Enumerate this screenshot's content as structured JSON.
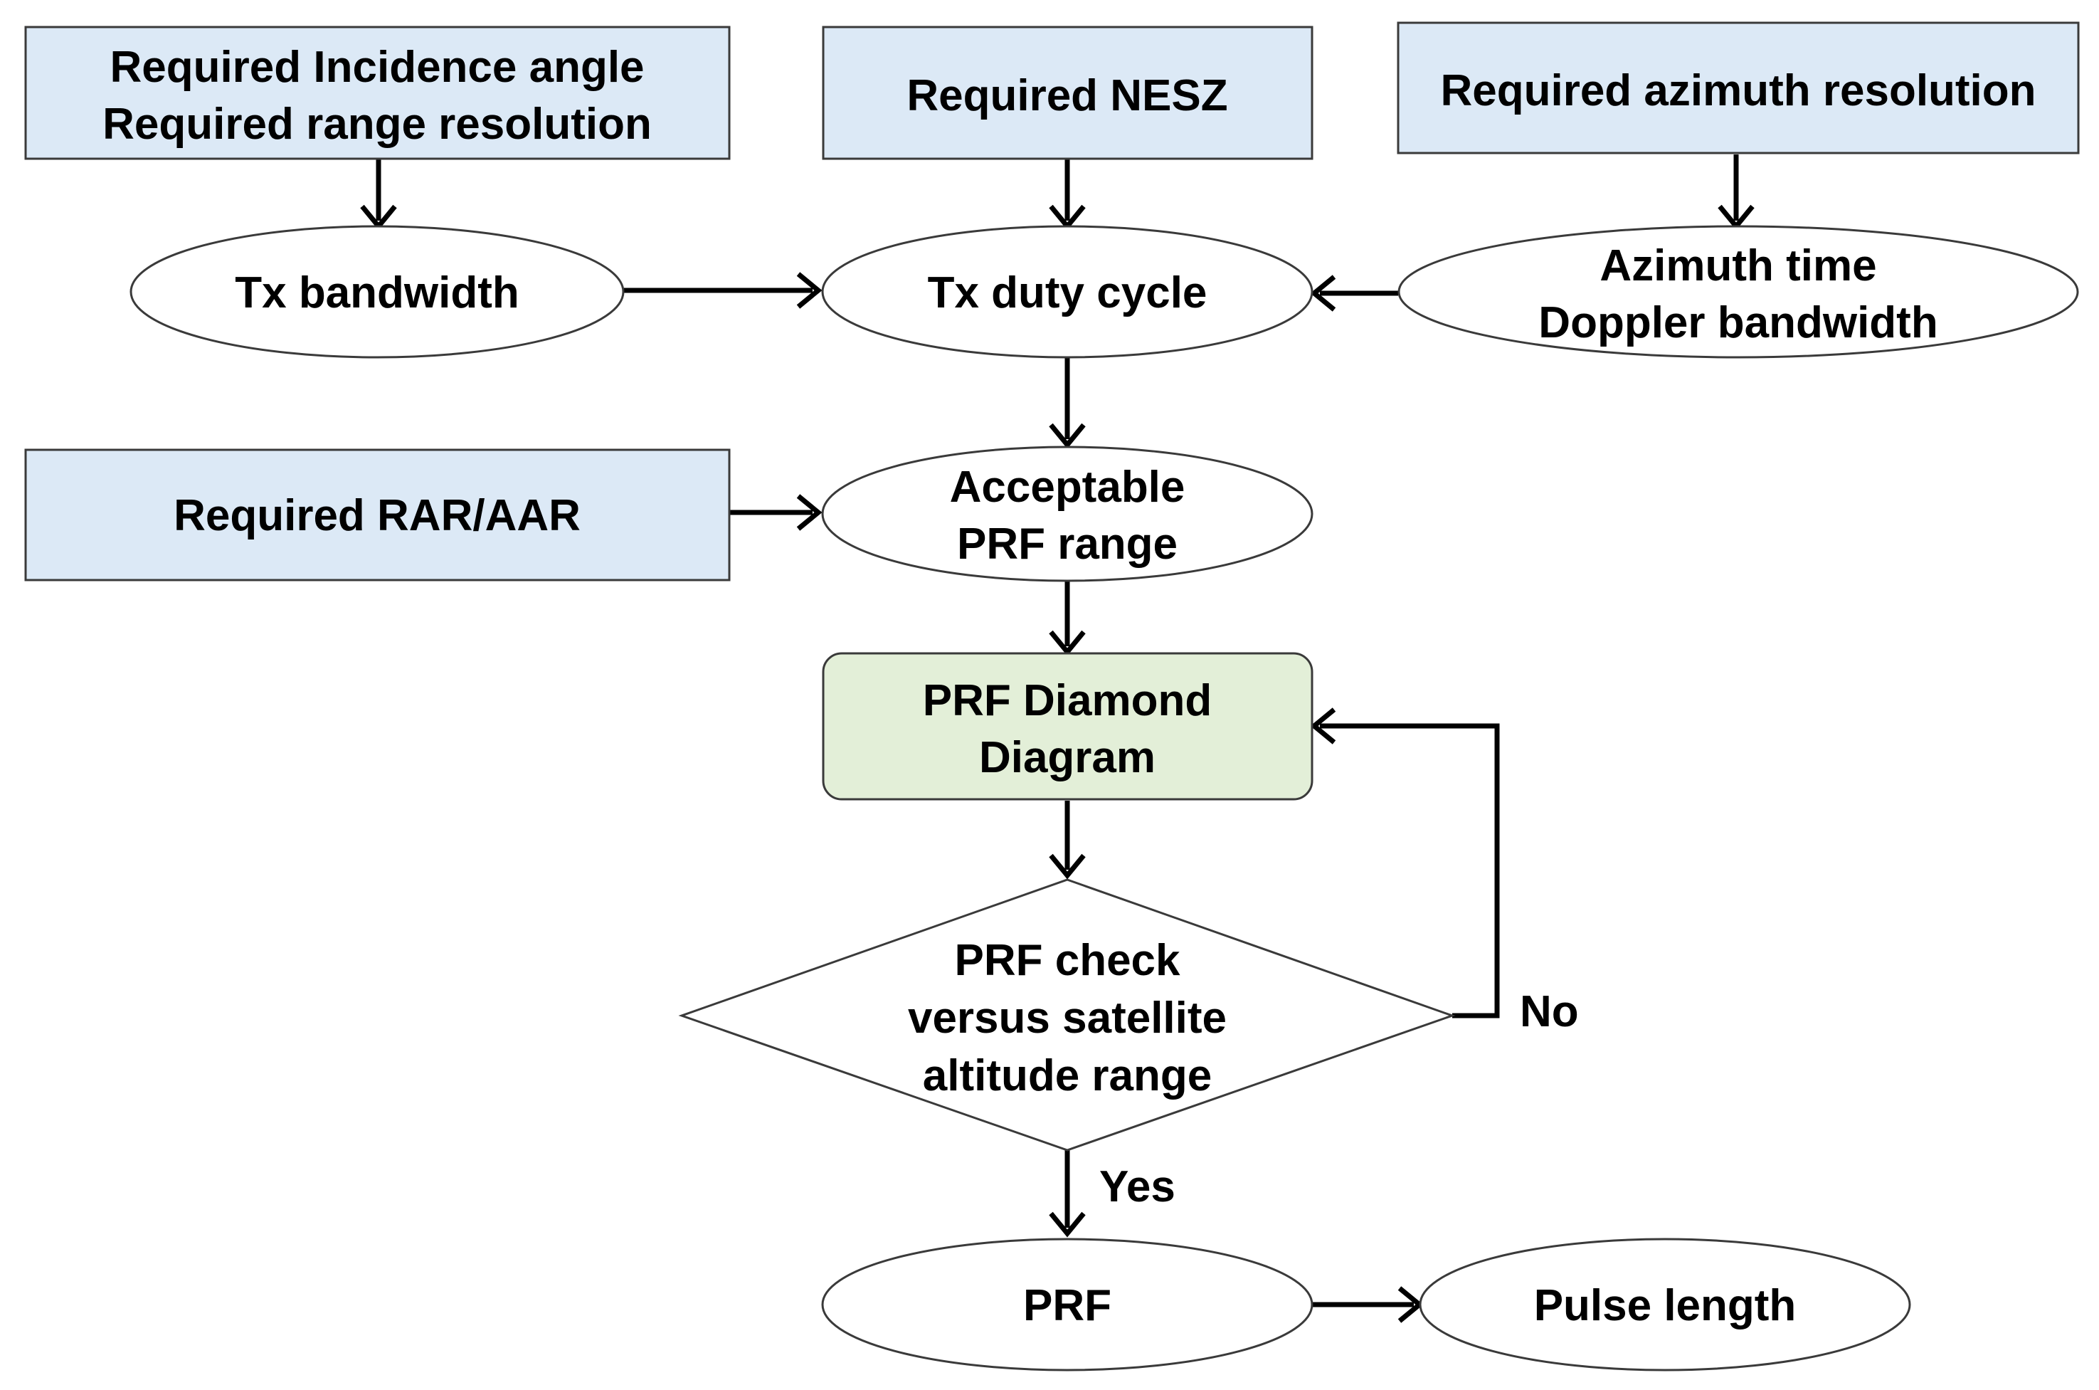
{
  "nodes": {
    "req_incidence": {
      "lines": [
        "Required Incidence angle",
        "Required range resolution"
      ]
    },
    "req_nesz": {
      "lines": [
        "Required NESZ"
      ]
    },
    "req_azimuth": {
      "lines": [
        "Required azimuth resolution"
      ]
    },
    "tx_bandwidth": {
      "lines": [
        "Tx bandwidth"
      ]
    },
    "tx_duty_cycle": {
      "lines": [
        "Tx duty cycle"
      ]
    },
    "azimuth_time": {
      "lines": [
        "Azimuth time",
        "Doppler bandwidth"
      ]
    },
    "req_rar_aar": {
      "lines": [
        "Required RAR/AAR"
      ]
    },
    "acceptable_prf": {
      "lines": [
        "Acceptable",
        "PRF range"
      ]
    },
    "prf_diamond": {
      "lines": [
        "PRF Diamond",
        "Diagram"
      ]
    },
    "prf_check": {
      "lines": [
        "PRF check",
        "versus satellite",
        "altitude range"
      ]
    },
    "prf": {
      "lines": [
        "PRF"
      ]
    },
    "pulse_length": {
      "lines": [
        "Pulse length"
      ]
    }
  },
  "edge_labels": {
    "no": "No",
    "yes": "Yes"
  },
  "colors": {
    "requirement_fill": "#dce9f6",
    "process_fill": "#e3efd8",
    "outline": "#3a3a3a",
    "arrow": "#000000"
  }
}
